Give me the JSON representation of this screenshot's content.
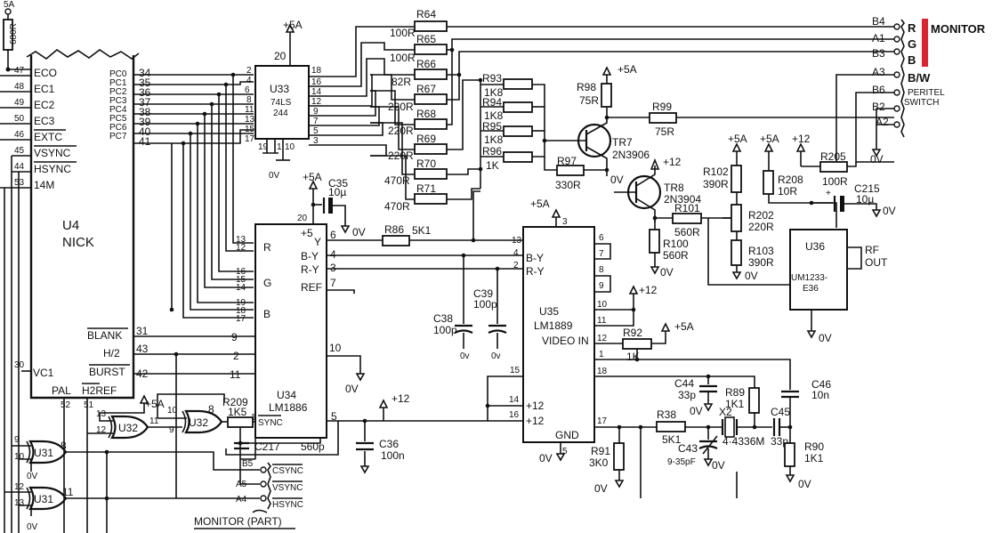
{
  "u4": {
    "name": "U4",
    "subname": "NICK",
    "top_labels": [
      "5A",
      "680R"
    ],
    "pins_left": [
      {
        "num": "47",
        "label": "ECO"
      },
      {
        "num": "48",
        "label": "EC1"
      },
      {
        "num": "49",
        "label": "EC2"
      },
      {
        "num": "50",
        "label": "EC3"
      },
      {
        "num": "46",
        "label": "EXTC"
      },
      {
        "num": "45",
        "label": "VSYNC"
      },
      {
        "num": "44",
        "label": "HSYNC"
      },
      {
        "num": "53",
        "label": "14M"
      }
    ],
    "pins_pc": [
      {
        "label": "PC0",
        "num": "34"
      },
      {
        "label": "PC1",
        "num": "35"
      },
      {
        "label": "PC2",
        "num": "36"
      },
      {
        "label": "PC3",
        "num": "37"
      },
      {
        "label": "PC4",
        "num": "38"
      },
      {
        "label": "PC5",
        "num": "39"
      },
      {
        "label": "PC6",
        "num": "40"
      },
      {
        "label": "PC7",
        "num": "41"
      }
    ],
    "pins_right_lower": [
      {
        "label": "BLANK",
        "num": "31"
      },
      {
        "label": "H/2",
        "num": "43"
      },
      {
        "label": "BURST",
        "num": "42"
      }
    ],
    "vc1": {
      "num": "30",
      "label": "VC1"
    },
    "pal": "PAL",
    "h2ref": "H2REF",
    "pal_num": "52",
    "h2ref_num": "51"
  },
  "u33": {
    "name": "U33",
    "part_a": "74LS",
    "part_b": "244",
    "supply": "+5A",
    "supply_pin": "20",
    "in_pins": [
      "2",
      "4",
      "6",
      "8",
      "11",
      "13",
      "15",
      "17"
    ],
    "out_pins": [
      "18",
      "16",
      "14",
      "12",
      "9",
      "7",
      "5",
      "3"
    ],
    "bottom_pins": [
      "19",
      "1",
      "10"
    ],
    "ground": "0V"
  },
  "resistors_top": [
    {
      "name": "R64",
      "value": "100R"
    },
    {
      "name": "R65",
      "value": "100R"
    },
    {
      "name": "R66",
      "value": "82R"
    },
    {
      "name": "R67",
      "value": "220R"
    },
    {
      "name": "R68",
      "value": "220R"
    },
    {
      "name": "R69",
      "value": "220R"
    },
    {
      "name": "R70",
      "value": "470R"
    },
    {
      "name": "R71",
      "value": "470R"
    }
  ],
  "resistors_mid": [
    {
      "name": "R93",
      "value": "1K8"
    },
    {
      "name": "R94",
      "value": "1K8"
    },
    {
      "name": "R95",
      "value": "1K8"
    },
    {
      "name": "R96",
      "value": "1K"
    }
  ],
  "tr7": {
    "name": "TR7",
    "part": "2N3906",
    "r98": "R98",
    "r98_val": "75R",
    "r97": "R97",
    "r97_val": "330R",
    "supply": "+5A",
    "gnd": "0V"
  },
  "tr8": {
    "name": "TR8",
    "part": "2N3904",
    "supply": "+12",
    "r99": "R99",
    "r99_val": "75R",
    "r101": "R101",
    "r101_val": "560R",
    "r100": "R100",
    "r100_val": "560R",
    "gnd": "0V"
  },
  "monitor": {
    "title": "MONITOR",
    "pins": [
      {
        "pin": "B4",
        "label": "R"
      },
      {
        "pin": "A1",
        "label": "G"
      },
      {
        "pin": "B3",
        "label": "B"
      },
      {
        "pin": "A3",
        "label": "B/W"
      },
      {
        "pin": "B6",
        "label": "PERITEL"
      },
      {
        "pin": "B2",
        "label": "SWITCH"
      },
      {
        "pin": "A2",
        "label": ""
      }
    ],
    "gnd": "0V"
  },
  "rf": {
    "r102": "R102",
    "r102_val": "390R",
    "r208": "R208",
    "r208_val": "10R",
    "r205": "R205",
    "r205_val": "100R",
    "r202": "R202",
    "r202_val": "220R",
    "r103": "R103",
    "r103_val": "390R",
    "c215": "C215",
    "c215_val": "10µ",
    "supplies": [
      "+5A",
      "+5A",
      "+12"
    ],
    "gnd": "0V",
    "u36": "U36",
    "u36_part_a": "UM1233-",
    "u36_part_b": "E36",
    "rf_out_a": "RF",
    "rf_out_b": "OUT"
  },
  "u34": {
    "name": "U34",
    "part": "LM1886",
    "supply": "+5A",
    "supply_pin": "20",
    "plus5_label": "+5",
    "c35": "C35",
    "c35_val": "10µ",
    "c35_gnd": "0V",
    "inputs": [
      {
        "label": "R",
        "pins": [
          "13",
          "12"
        ]
      },
      {
        "label": "G",
        "pins": [
          "16",
          "15",
          "14"
        ]
      },
      {
        "label": "B",
        "pins": [
          "19",
          "18",
          "17"
        ]
      }
    ],
    "outputs": [
      {
        "label": "Y",
        "pin": "6"
      },
      {
        "label": "B-Y",
        "pin": "4"
      },
      {
        "label": "R-Y",
        "pin": "3"
      },
      {
        "label": "REF",
        "pin": "7"
      }
    ],
    "pin10": "10",
    "pin10_gnd": "0V",
    "sync": "SYNC",
    "sync_pin": "1",
    "pin5": "5",
    "pin2": "2",
    "pin9": "9",
    "pin11": "11",
    "r86": "R86",
    "r86_val": "5K1",
    "c217": "C217",
    "c217_val": "560p",
    "c36": "C36",
    "c36_val": "100n",
    "plus12": "+12"
  },
  "u35": {
    "name": "U35",
    "part": "LM1889",
    "video_in": "VIDEO IN",
    "supply": "+5A",
    "supply_pin": "3",
    "pins_left": [
      {
        "label": "",
        "pin": "13"
      },
      {
        "label": "B-Y",
        "pin": "4"
      },
      {
        "label": "R-Y",
        "pin": "2"
      },
      {
        "label": "+12",
        "pin": "14"
      },
      {
        "label": "+12",
        "pin": "16"
      }
    ],
    "pin15": "15",
    "pins_right": [
      "6",
      "7",
      "8",
      "9",
      "10",
      "11",
      "12",
      "1",
      "18",
      "17"
    ],
    "gnd_label": "GND",
    "gnd_pin": "5",
    "gnd": "0V",
    "plus12": "+12",
    "plus5a": "+5A",
    "r92": "R92",
    "r92_val": "1K",
    "c38": "C38",
    "c38_val": "100p",
    "c39": "C39",
    "c39_val": "100p",
    "gnd_small": "0v"
  },
  "osc": {
    "c44": "C44",
    "c44_val": "33p",
    "r89": "R89",
    "r89_val": "1K1",
    "c46": "C46",
    "c46_val": "10n",
    "r38": "R38",
    "r38_val": "5K1",
    "x2": "X2",
    "x2_val": "4·4336M",
    "c45": "C45",
    "c45_val": "33p",
    "c43": "C43",
    "c43_val": "9-35pF",
    "r91": "R91",
    "r91_val": "3K0",
    "r90": "R90",
    "r90_val": "1K1",
    "gnd": "0V"
  },
  "sync_logic": {
    "u32": "U32",
    "u31": "U31",
    "plus5a": "+5A",
    "r209": "R209",
    "r209_val": "1K5",
    "pins": [
      "10",
      "13",
      "12",
      "11",
      "9",
      "8",
      "9",
      "10",
      "8",
      "12",
      "13",
      "11"
    ],
    "connector": [
      {
        "pin": "B5",
        "label": "CSYNC"
      },
      {
        "pin": "A5",
        "label": "VSYNC"
      },
      {
        "pin": "A4",
        "label": "HSYNC"
      }
    ],
    "connector_title": "MONITOR (PART)",
    "gnd": "0V"
  }
}
